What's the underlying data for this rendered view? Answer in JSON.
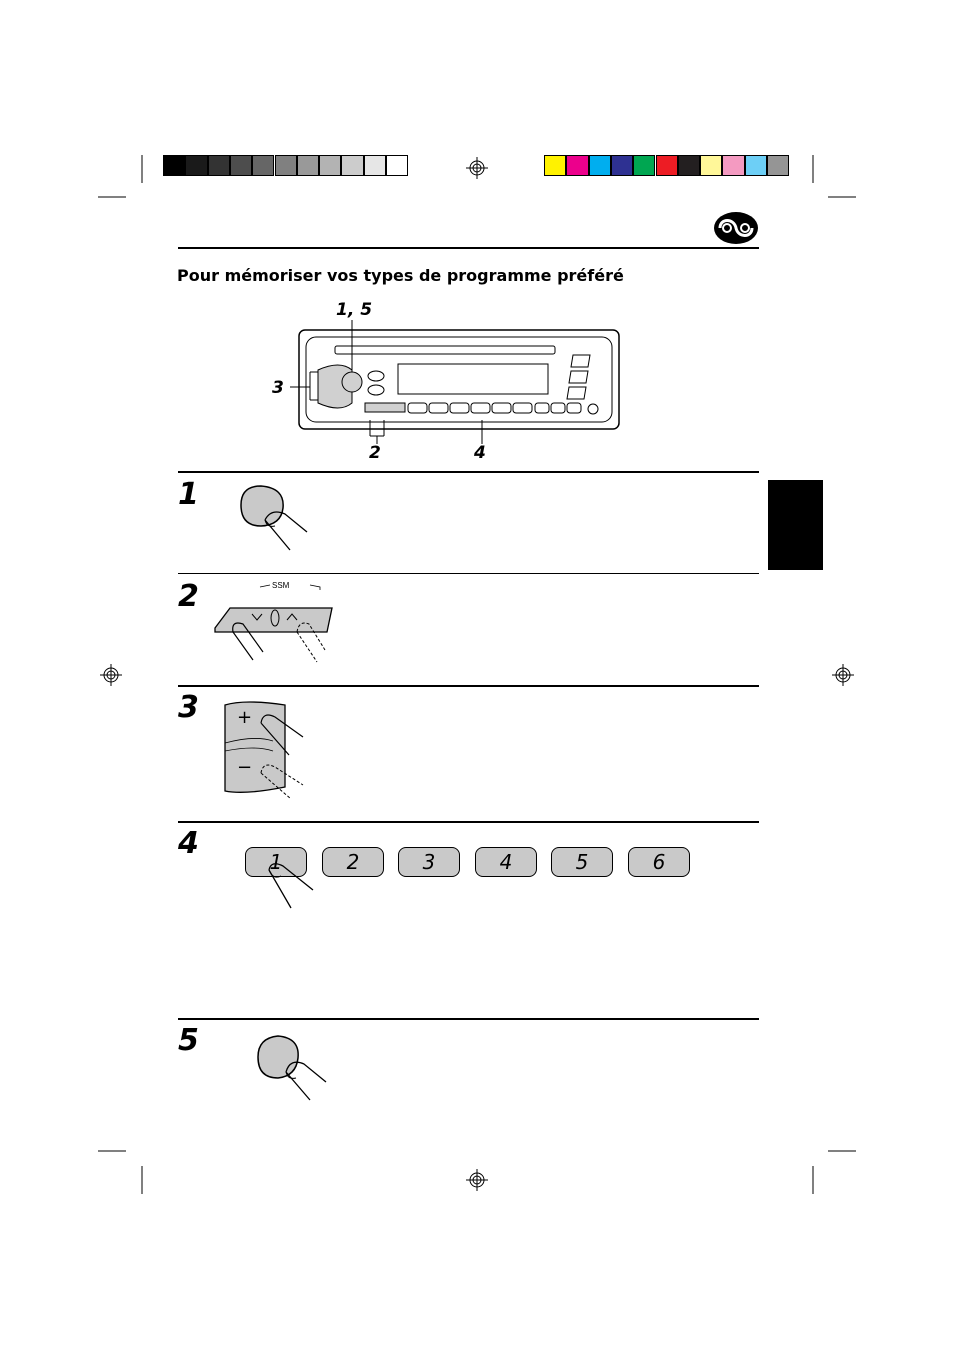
{
  "section_title": "Pour mémoriser vos types de programme préféré",
  "callouts": {
    "c15": "1, 5",
    "c3": "3",
    "c2": "2",
    "c4": "4"
  },
  "steps": [
    {
      "number": "1"
    },
    {
      "number": "2",
      "ssm_label": "SSM"
    },
    {
      "number": "3"
    },
    {
      "number": "4",
      "presets": [
        "1",
        "2",
        "3",
        "4",
        "5",
        "6"
      ]
    },
    {
      "number": "5"
    }
  ],
  "colors": {
    "grayscale_bar": [
      "#000000",
      "#1a1a1a",
      "#333333",
      "#4d4d4d",
      "#666666",
      "#808080",
      "#999999",
      "#b3b3b3",
      "#cccccc",
      "#e6e6e6",
      "#ffffff"
    ],
    "color_bar": [
      "#fff200",
      "#ec008c",
      "#00aeef",
      "#2e3192",
      "#00a651",
      "#ed1c24",
      "#231f20",
      "#fff799",
      "#f49ac1",
      "#6dcff6",
      "#959595"
    ],
    "button_fill": "#c9c9c9",
    "language_tab": "#000000"
  },
  "icons": [
    "registration-mark-icon",
    "cd-logo-icon",
    "finger-press-icon",
    "car-stereo-faceplate-icon"
  ]
}
